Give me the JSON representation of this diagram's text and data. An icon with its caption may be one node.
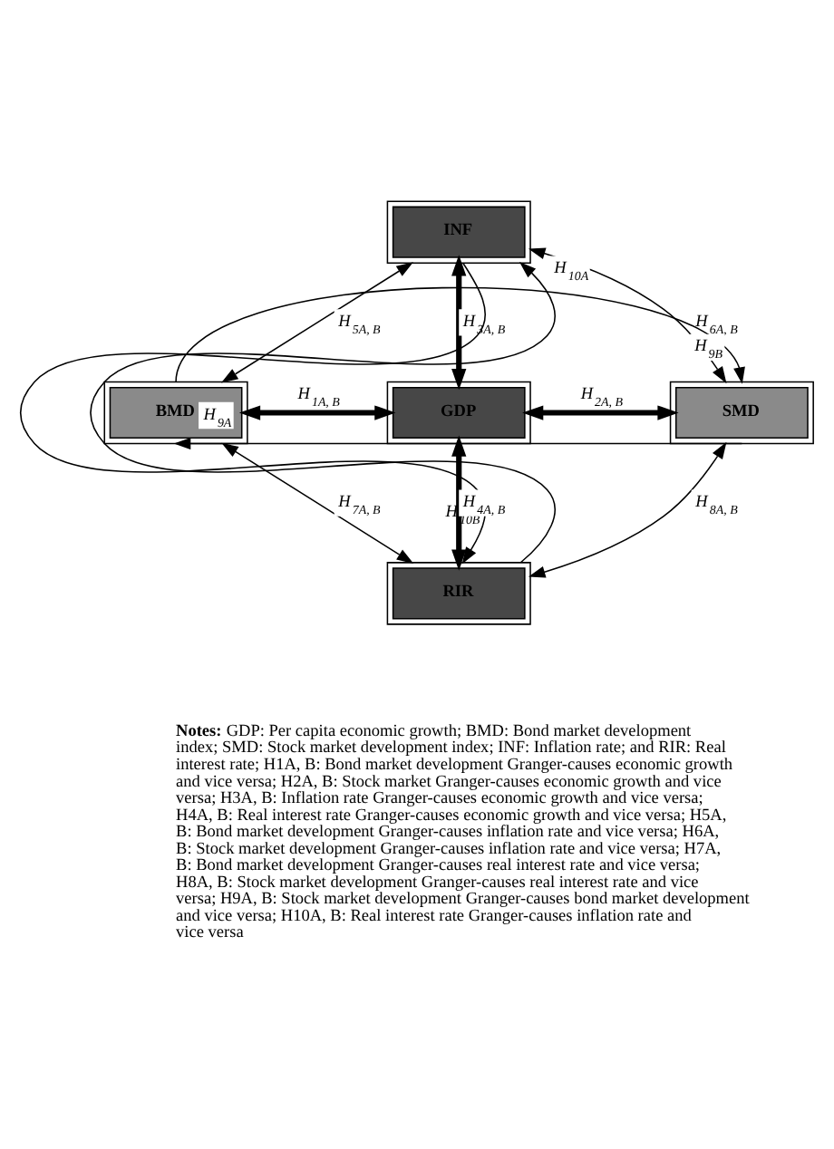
{
  "diagram": {
    "nodes": [
      {
        "text": [
          "INF"
        ]
      },
      {
        "text": [
          "BMD"
        ]
      },
      {
        "text": [
          "GDP"
        ]
      },
      {
        "text": [
          "SMD"
        ]
      },
      {
        "text": [
          "RIR"
        ]
      }
    ],
    "edges": [
      {
        "from": 1,
        "to": 2,
        "arrow": "both",
        "label": "H$_{1A, B}$",
        "style": "thick"
      },
      {
        "from": 2,
        "to": 3,
        "arrow": "both",
        "label": "H$_{2A, B}$",
        "style": "thick"
      },
      {
        "from": 0,
        "to": 2,
        "arrow": "both",
        "label": "H$_{3A, B}$",
        "style": "thick"
      },
      {
        "from": 2,
        "to": 4,
        "arrow": "both",
        "label": "H$_{4A, B}$",
        "style": "thick"
      },
      {
        "from": 1,
        "to": 0,
        "arrow": "both",
        "label": "H$_{5A, B}$"
      },
      {
        "from": 0,
        "to": 3,
        "arrow": "both",
        "label": "H$_{6A, B}$"
      },
      {
        "from": 1,
        "to": 4,
        "arrow": "both",
        "label": "H$_{7A, B}$"
      },
      {
        "from": 3,
        "to": 4,
        "arrow": "both",
        "label": "H$_{8A, B}$"
      },
      {
        "from": 1,
        "to": 3,
        "arrow": "to",
        "label": "H$_{9B}$"
      },
      {
        "from": 3,
        "to": 1,
        "arrow": "to",
        "label": "H$_{9A}$"
      },
      {
        "from": 4,
        "to": 0,
        "arrow": "to",
        "label": "H$_{10A}$"
      },
      {
        "from": 0,
        "to": 4,
        "arrow": "to",
        "label": "H$_{10B}$"
      }
    ],
    "labels": [
      "**Notes:** GDP: Per capita economic growth; BMD: Bond market development index; SMD: Stock market development index; INF: Inflation rate; and RIR: Real interest rate; H1A, B: Bond market development Granger-causes economic growth and vice versa; H2A, B: Stock market Granger-causes economic growth and vice versa; H3A, B: Inflation rate Granger-causes economic growth and vice versa; H4A, B: Real interest rate Granger-causes economic growth and vice versa; H5A, B: Bond market development Granger-causes inflation rate and vice versa; H6A, B: Stock market development Granger-causes inflation rate and vice versa; H7A, B: Bond market development Granger-causes real interest rate and vice versa; H8A, B: Stock market development Granger-causes real interest rate and vice versa; H9A, B: Stock market development Granger-causes bond market development and vice versa; H10A, B: Real interest rate Granger-causes inflation rate and vice versa"
    ]
  }
}
